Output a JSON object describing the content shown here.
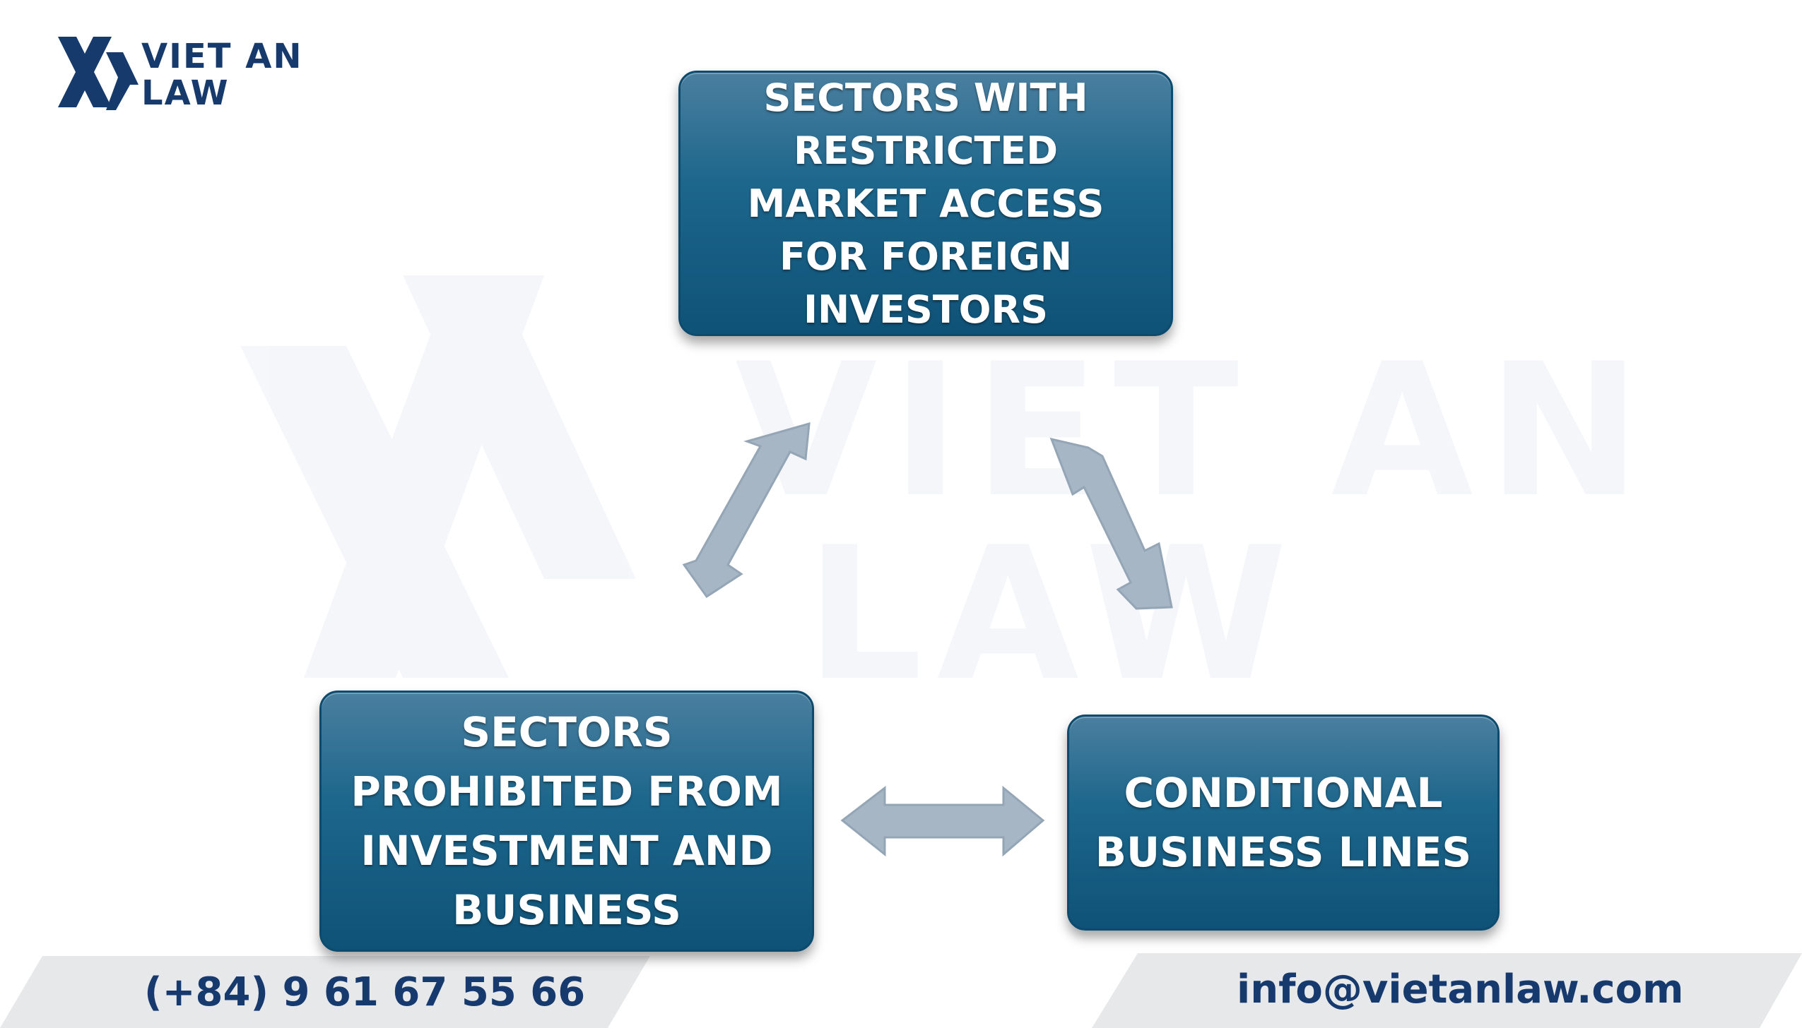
{
  "brand": {
    "name_line1": "VIET AN",
    "name_line2": "LAW",
    "watermark_line1": "VIET AN",
    "watermark_line2": "LAW",
    "color": "#163a6b"
  },
  "diagram": {
    "nodes": [
      {
        "id": "restricted",
        "label": "SECTORS WITH RESTRICTED MARKET ACCESS FOR FOREIGN INVESTORS"
      },
      {
        "id": "prohibited",
        "label": "SECTORS PROHIBITED FROM INVESTMENT AND BUSINESS"
      },
      {
        "id": "conditional",
        "label": "CONDITIONAL BUSINESS LINES"
      }
    ],
    "edges": [
      {
        "from": "restricted",
        "to": "prohibited",
        "type": "bidirectional"
      },
      {
        "from": "restricted",
        "to": "conditional",
        "type": "bidirectional"
      },
      {
        "from": "prohibited",
        "to": "conditional",
        "type": "bidirectional"
      }
    ],
    "box_color": "#1d668c",
    "arrow_color": "#a3b3c2"
  },
  "footer": {
    "phone": "(+84) 9 61 67 55 66",
    "email": "info@vietanlaw.com",
    "text_color": "#173a6e"
  }
}
